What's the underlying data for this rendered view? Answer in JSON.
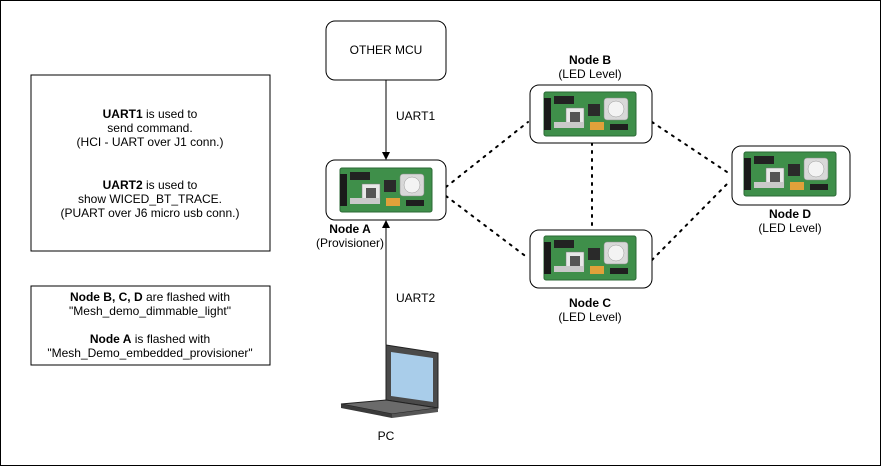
{
  "other_mcu": {
    "label": "OTHER MCU"
  },
  "links": {
    "uart1": "UART1",
    "uart2": "UART2"
  },
  "pc": {
    "label": "PC",
    "icon": "laptop-icon"
  },
  "nodes": {
    "a": {
      "name": "Node A",
      "role": "(Provisioner)"
    },
    "b": {
      "name": "Node B",
      "role": "(LED Level)"
    },
    "c": {
      "name": "Node C",
      "role": "(LED Level)"
    },
    "d": {
      "name": "Node D",
      "role": "(LED Level)"
    }
  },
  "info_uart": {
    "uart1_bold": "UART1",
    "uart1_rest": " is used to",
    "uart1_line2": "send command.",
    "uart1_line3": "(HCI - UART over J1 conn.)",
    "uart2_bold": "UART2",
    "uart2_rest": " is used to",
    "uart2_line2": "show WICED_BT_TRACE.",
    "uart2_line3": "(PUART over J6 micro usb conn.)"
  },
  "info_flash": {
    "line1_bold": "Node B, C, D",
    "line1_rest": " are flashed with",
    "line2": "\"Mesh_demo_dimmable_light\"",
    "line3_bold": "Node A",
    "line3_rest": " is flashed with",
    "line4": "\"Mesh_Demo_embedded_provisioner\""
  },
  "colors": {
    "board_green": "#3f8f4a",
    "laptop_screen": "#a9cdea"
  }
}
